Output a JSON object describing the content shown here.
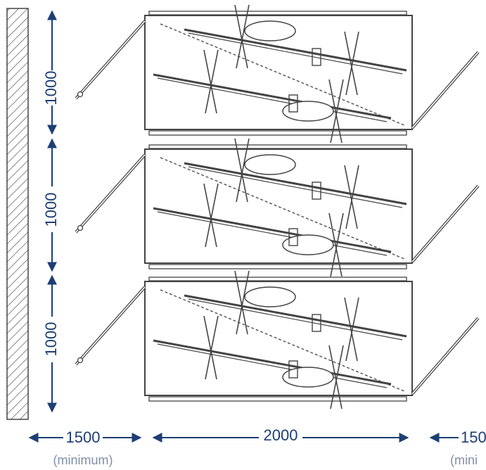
{
  "colors": {
    "dimension": "#1d3f73",
    "note": "#8090a8",
    "line": "#444444",
    "wall_hatch": "#555555"
  },
  "dimensions": {
    "vertical": [
      "1000",
      "1000",
      "1000"
    ],
    "horizontal_left": "1500",
    "horizontal_middle": "2000",
    "horizontal_right": "150"
  },
  "notes": {
    "left": "(minimum)",
    "right": "(mini"
  },
  "rack_tiers": 3,
  "bikes_per_tier": 2
}
